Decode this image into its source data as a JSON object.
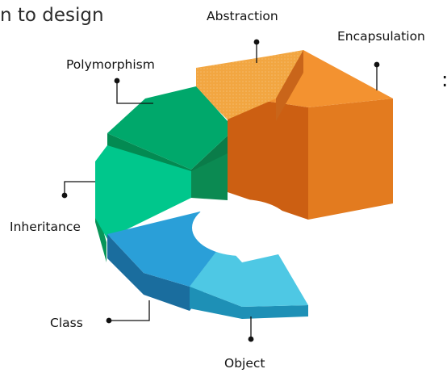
{
  "header": {
    "text_fragment": "n to design",
    "trailing_mark": ":"
  },
  "diagram": {
    "segments": [
      {
        "key": "abstraction",
        "label": "Abstraction",
        "color": "#f2a641"
      },
      {
        "key": "encapsulation",
        "label": "Encapsulation",
        "color": "#f39230"
      },
      {
        "key": "polymorphism",
        "label": "Polymorphism",
        "color": "#00a86b"
      },
      {
        "key": "inheritance",
        "label": "Inheritance",
        "color": "#00c78c"
      },
      {
        "key": "class",
        "label": "Class",
        "color": "#2a9fd8"
      },
      {
        "key": "object",
        "label": "Object",
        "color": "#4ec8e4"
      }
    ]
  }
}
